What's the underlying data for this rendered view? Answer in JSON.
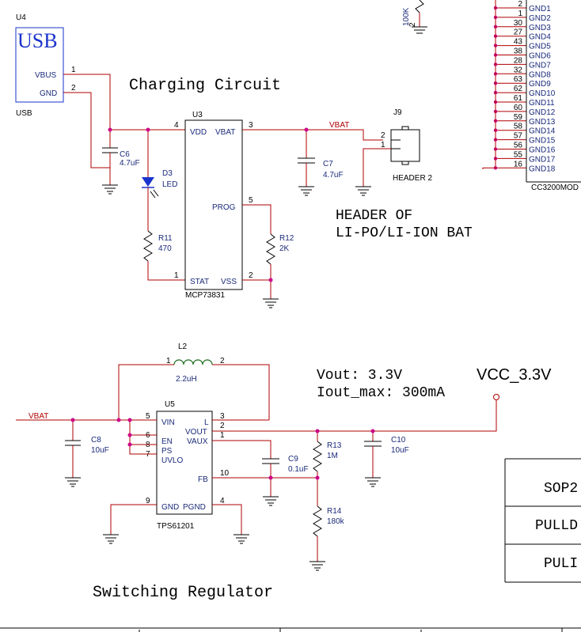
{
  "titles": {
    "charging": "Charging  Circuit",
    "header_line1": "HEADER OF",
    "header_line2": "LI-PO/LI-ION BAT",
    "vout": "Vout: 3.3V",
    "iout": "Iout_max: 300mA",
    "switching": "Switching  Regulator"
  },
  "usb": {
    "ref": "U4",
    "label": "USB",
    "name": "USB",
    "pin_vbus": "VBUS",
    "pin_gnd": "GND",
    "pin1": "1",
    "pin2": "2"
  },
  "c6": {
    "ref": "C6",
    "value": "4.7uF"
  },
  "d3": {
    "ref": "D3",
    "value": "LED"
  },
  "r11": {
    "ref": "R11",
    "value": "470"
  },
  "u3": {
    "ref": "U3",
    "part": "MCP73831",
    "vdd": "VDD",
    "vbat": "VBAT",
    "prog": "PROG",
    "stat": "STAT",
    "vss": "VSS",
    "p4": "4",
    "p3": "3",
    "p5": "5",
    "p1": "1",
    "p2": "2"
  },
  "r12": {
    "ref": "R12",
    "value": "2K"
  },
  "c7": {
    "ref": "C7",
    "value": "4.7uF"
  },
  "net_vbat": "VBAT",
  "j9": {
    "ref": "J9",
    "name": "HEADER 2",
    "p2": "2",
    "p1": "1"
  },
  "r_top": {
    "value": "100K",
    "pin": "2"
  },
  "cc3200": {
    "name": "CC3200MOD",
    "pins": [
      {
        "num": "2",
        "name": "GND1"
      },
      {
        "num": "1",
        "name": "GND2"
      },
      {
        "num": "30",
        "name": "GND3"
      },
      {
        "num": "27",
        "name": "GND4"
      },
      {
        "num": "43",
        "name": "GND5"
      },
      {
        "num": "38",
        "name": "GND6"
      },
      {
        "num": "28",
        "name": "GND7"
      },
      {
        "num": "32",
        "name": "GND8"
      },
      {
        "num": "63",
        "name": "GND9"
      },
      {
        "num": "62",
        "name": "GND10"
      },
      {
        "num": "61",
        "name": "GND11"
      },
      {
        "num": "60",
        "name": "GND12"
      },
      {
        "num": "59",
        "name": "GND13"
      },
      {
        "num": "58",
        "name": "GND14"
      },
      {
        "num": "57",
        "name": "GND15"
      },
      {
        "num": "56",
        "name": "GND16"
      },
      {
        "num": "55",
        "name": "GND17"
      },
      {
        "num": "16",
        "name": "GND18"
      }
    ]
  },
  "l2": {
    "ref": "L2",
    "value": "2.2uH",
    "p1": "1",
    "p2": "2"
  },
  "u5": {
    "ref": "U5",
    "part": "TPS61201",
    "vin": "VIN",
    "en": "EN",
    "ps": "PS",
    "uvlo": "UVLO",
    "gnd": "GND",
    "l": "L",
    "vout": "VOUT",
    "vaux": "VAUX",
    "fb": "FB",
    "pgnd": "PGND",
    "p5": "5",
    "p6": "6",
    "p8": "8",
    "p7": "7",
    "p9": "9",
    "p3": "3",
    "p2": "2",
    "p1": "1",
    "p10": "10",
    "p4": "4"
  },
  "c8": {
    "ref": "C8",
    "value": "10uF"
  },
  "c9": {
    "ref": "C9",
    "value": "0.1uF"
  },
  "r13": {
    "ref": "R13",
    "value": "1M"
  },
  "r14": {
    "ref": "R14",
    "value": "180k"
  },
  "c10": {
    "ref": "C10",
    "value": "10uF"
  },
  "net_vcc": "VCC_3.3V",
  "table": [
    "SOP2",
    "PULLD",
    "PULI"
  ]
}
